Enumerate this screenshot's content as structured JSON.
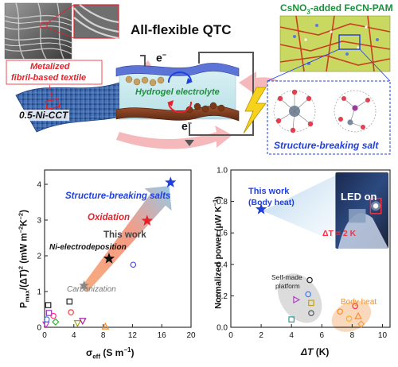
{
  "top": {
    "main_title": "All-flexible QTC",
    "right_title_base": "CsNO",
    "right_title_sub": "3",
    "right_title_rest": "-added FeCN-PAM",
    "textile_label_line1": "Metalized",
    "textile_label_line2": "fibril-based textile",
    "cct_label": "0.5-Ni-CCT",
    "electrolyte_label": "Hydrogel electrolyte",
    "electron_top": "e",
    "electron_top_sup": "−",
    "electron_bottom": "e",
    "electron_bottom_sup": "−",
    "salt_label": "Structure-breaking salt",
    "colors": {
      "red": "#e8202a",
      "blue": "#1f3fe0",
      "hydrogel": "#1e8f3e",
      "accent": "#f0a070"
    }
  },
  "chart_data": [
    {
      "type": "scatter",
      "xlabel_base": "σ",
      "xlabel_sub": "eff",
      "xlabel_unit": " (S m",
      "xlabel_unit_sup": "−1",
      "xlabel_end": ")",
      "ylabel_text": "P",
      "ylabel_sub": "max",
      "ylabel_mid": "/(ΔT)",
      "ylabel_sup": "2",
      "ylabel_unit": " (mW m",
      "ylabel_unit_sup": "−2",
      "ylabel_unit2": "K",
      "ylabel_unit2_sup": "−2",
      "ylabel_end": ")",
      "xlim": [
        0,
        20
      ],
      "ylim": [
        0,
        4.4
      ],
      "xticks": [
        "0",
        "4",
        "8",
        "12",
        "16",
        "20"
      ],
      "xtick_values": [
        0,
        4,
        8,
        12,
        16,
        20
      ],
      "yticks": [
        "0",
        "1",
        "2",
        "3",
        "4"
      ],
      "ytick_values": [
        0,
        1,
        2,
        3,
        4
      ],
      "grid": false,
      "arrow_labels": {
        "structure_breaking": "Structure-breaking salts",
        "oxidation": "Oxidation",
        "this_work": "This work",
        "ni_electro": "Ni-electrodeposition",
        "carbonization": "Carbonization"
      },
      "highlight_points": [
        {
          "x": 17.2,
          "y": 4.05,
          "color": "#1f3fe0",
          "shape": "star"
        },
        {
          "x": 14.0,
          "y": 2.98,
          "color": "#e8202a",
          "shape": "star"
        },
        {
          "x": 8.8,
          "y": 1.92,
          "color": "#111111",
          "shape": "star"
        },
        {
          "x": 5.4,
          "y": 1.17,
          "color": "#888888",
          "shape": "star"
        }
      ],
      "literature_points": [
        {
          "x": 0.2,
          "y": 0.08,
          "color": "#d232d2",
          "shape": "triangle-down"
        },
        {
          "x": 0.3,
          "y": 0.22,
          "color": "#3f7fff",
          "shape": "circle"
        },
        {
          "x": 0.5,
          "y": 0.62,
          "color": "#222222",
          "shape": "square"
        },
        {
          "x": 0.6,
          "y": 0.4,
          "color": "#9030c0",
          "shape": "square"
        },
        {
          "x": 1.2,
          "y": 0.32,
          "color": "#ff3080",
          "shape": "circle"
        },
        {
          "x": 1.5,
          "y": 0.15,
          "color": "#30b030",
          "shape": "diamond"
        },
        {
          "x": 3.4,
          "y": 0.72,
          "color": "#222222",
          "shape": "square"
        },
        {
          "x": 3.6,
          "y": 0.42,
          "color": "#f04040",
          "shape": "circle"
        },
        {
          "x": 4.5,
          "y": 0.12,
          "color": "#a0a020",
          "shape": "triangle-down"
        },
        {
          "x": 5.2,
          "y": 0.18,
          "color": "#a020a0",
          "shape": "triangle-down"
        },
        {
          "x": 8.3,
          "y": 0.02,
          "color": "#ff8a20",
          "shape": "triangle-up"
        },
        {
          "x": 12.1,
          "y": 1.75,
          "color": "#5050d0",
          "shape": "circle"
        }
      ]
    },
    {
      "type": "scatter",
      "xlabel_base": "ΔT",
      "xlabel_unit": " (K)",
      "ylabel_text": "Normalized power (μW K",
      "ylabel_sup": "−1",
      "ylabel_end": ")",
      "xlim": [
        0,
        10.5
      ],
      "ylim": [
        0,
        1.0
      ],
      "xticks": [
        "0",
        "2",
        "4",
        "6",
        "8",
        "10"
      ],
      "xtick_values": [
        0,
        2,
        4,
        6,
        8,
        10
      ],
      "yticks": [
        "0.0",
        "0.2",
        "0.4",
        "0.6",
        "0.8",
        "1.0"
      ],
      "ytick_values": [
        0,
        0.2,
        0.4,
        0.6,
        0.8,
        1.0
      ],
      "grid": false,
      "this_work_line1": "This work",
      "this_work_line2": "(Body heat)",
      "led_label": "LED on",
      "dt_label": "ΔT = 2 K",
      "selfmade_line1": "Self-made",
      "selfmade_line2": "platform",
      "bodyheat_label": "Body heat",
      "highlight_points": [
        {
          "x": 2.0,
          "y": 0.75,
          "color": "#1f3fe0",
          "shape": "star"
        }
      ],
      "literature_points": [
        {
          "x": 4.0,
          "y": 0.05,
          "color": "#20a0a0",
          "shape": "square"
        },
        {
          "x": 4.3,
          "y": 0.175,
          "color": "#b040c0",
          "shape": "triangle-right"
        },
        {
          "x": 5.2,
          "y": 0.3,
          "color": "#222222",
          "shape": "circle"
        },
        {
          "x": 5.1,
          "y": 0.21,
          "color": "#3f7fff",
          "shape": "circle"
        },
        {
          "x": 5.3,
          "y": 0.155,
          "color": "#c0a020",
          "shape": "square"
        },
        {
          "x": 5.3,
          "y": 0.09,
          "color": "#555555",
          "shape": "circle"
        },
        {
          "x": 7.2,
          "y": 0.1,
          "color": "#ff8a20",
          "shape": "circle"
        },
        {
          "x": 7.8,
          "y": 0.055,
          "color": "#ffb020",
          "shape": "circle"
        },
        {
          "x": 8.2,
          "y": 0.135,
          "color": "#ff3050",
          "shape": "circle"
        },
        {
          "x": 8.4,
          "y": 0.07,
          "color": "#ff8a20",
          "shape": "triangle-up"
        },
        {
          "x": 8.6,
          "y": 0.02,
          "color": "#f0a040",
          "shape": "diamond"
        }
      ]
    }
  ]
}
